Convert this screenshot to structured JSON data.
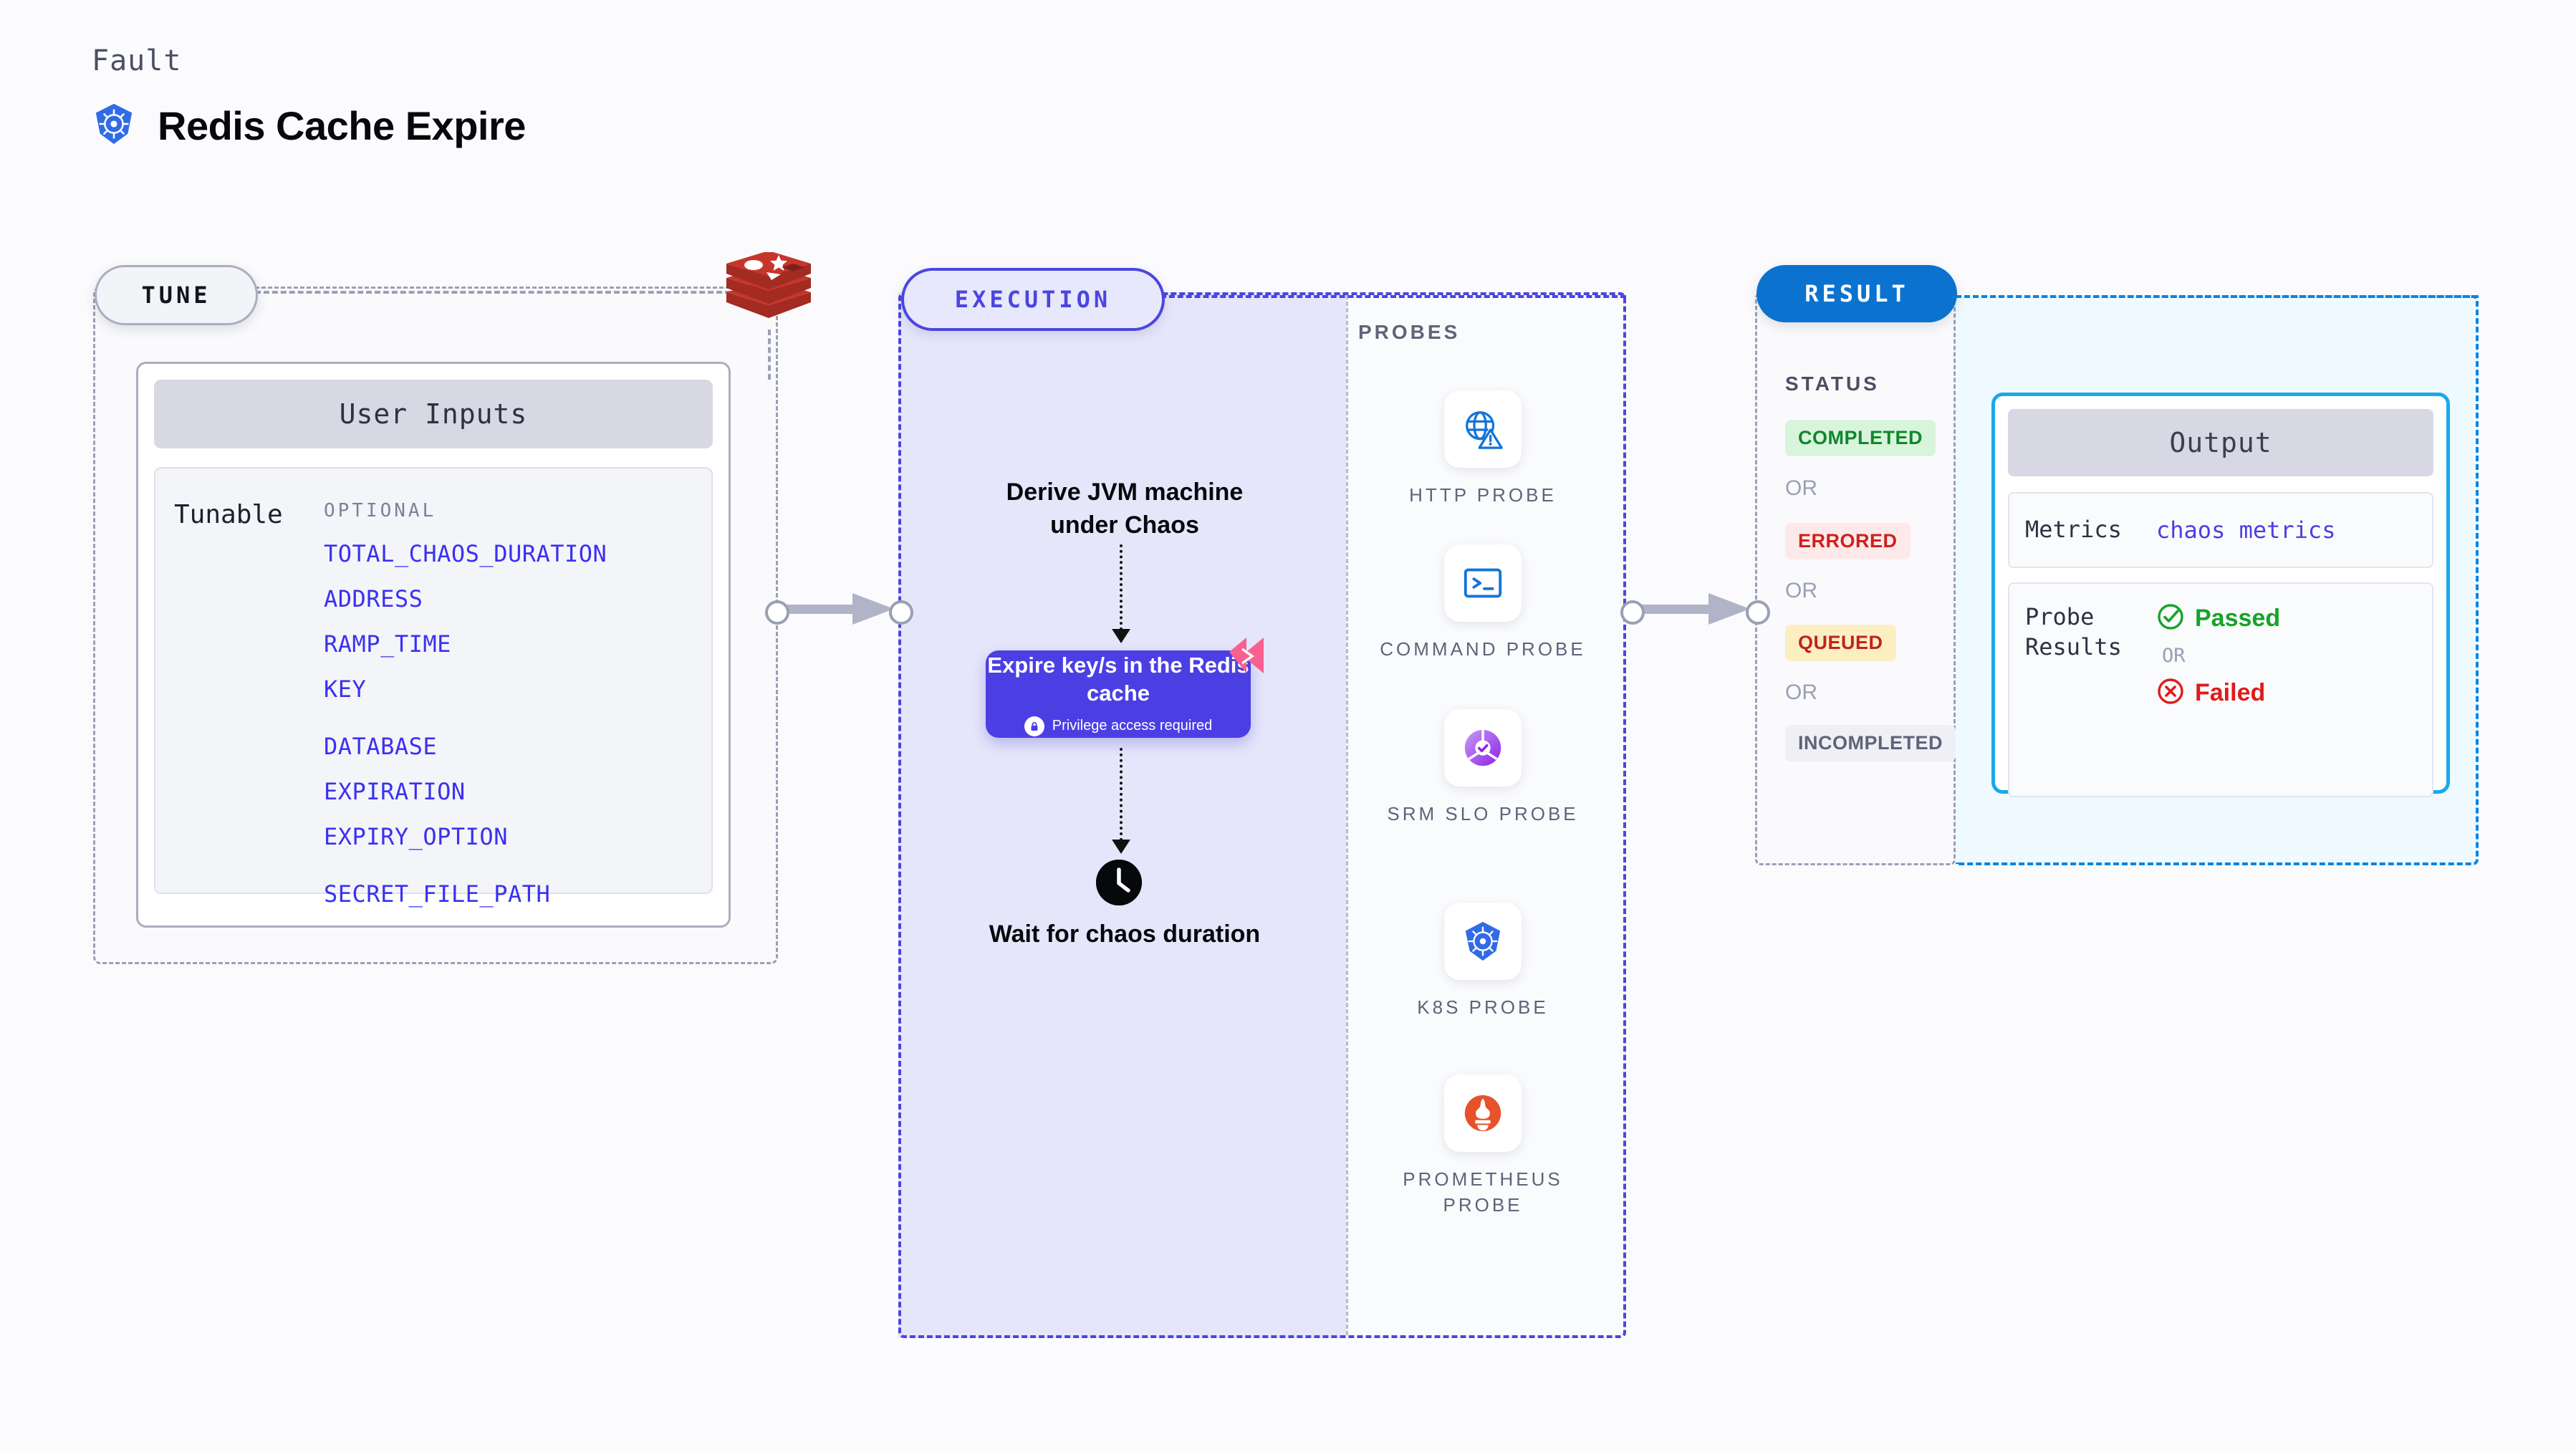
{
  "header": {
    "fault_label": "Fault",
    "title": "Redis Cache Expire",
    "icon": "kubernetes-icon"
  },
  "tune": {
    "pill_label": "TUNE",
    "source_icon": "redis-logo",
    "card": {
      "header": "User Inputs",
      "row_label": "Tunable",
      "section_label": "OPTIONAL",
      "params": [
        "TOTAL_CHAOS_DURATION",
        "ADDRESS",
        "RAMP_TIME",
        "KEY",
        "DATABASE",
        "EXPIRATION",
        "EXPIRY_OPTION",
        "SECRET_FILE_PATH"
      ]
    }
  },
  "execution": {
    "pill_label": "EXECUTION",
    "derive_step": "Derive JVM machine under Chaos",
    "action_card": {
      "title": "Expire key/s in the Redis cache",
      "badge_icon": "lock-icon",
      "badge_text": "Privilege access required",
      "corner_icon": "harness-ribbon-icon"
    },
    "wait_step": {
      "icon": "clock-icon",
      "label": "Wait for chaos duration"
    }
  },
  "probes": {
    "title": "PROBES",
    "items": [
      {
        "label": "HTTP PROBE",
        "icon": "globe-warning-icon"
      },
      {
        "label": "COMMAND PROBE",
        "icon": "terminal-icon"
      },
      {
        "label": "SRM SLO PROBE",
        "icon": "slo-check-icon"
      },
      {
        "label": "K8S PROBE",
        "icon": "kubernetes-icon"
      },
      {
        "label": "PROMETHEUS PROBE",
        "icon": "prometheus-icon"
      }
    ]
  },
  "result": {
    "pill_label": "RESULT",
    "status_title": "STATUS",
    "or_label": "OR",
    "statuses": [
      {
        "label": "COMPLETED",
        "color": "#12862c",
        "bg": "#d8f5dc"
      },
      {
        "label": "ERRORED",
        "color": "#cf1f1f",
        "bg": "#fde9e9"
      },
      {
        "label": "QUEUED",
        "color": "#c0241c",
        "bg": "#fdeec2"
      },
      {
        "label": "INCOMPLETED",
        "color": "#5e6479",
        "bg": "#eff0f6"
      }
    ],
    "output": {
      "header": "Output",
      "metrics_key": "Metrics",
      "metrics_value": "chaos metrics",
      "probe_results_key": "Probe Results",
      "passed_label": "Passed",
      "failed_label": "Failed",
      "or_label": "OR",
      "passed_icon": "check-circle-icon",
      "failed_icon": "x-circle-icon"
    }
  },
  "colors": {
    "accent_indigo": "#4b3fe4",
    "accent_blue": "#0b72cf",
    "cyan_border": "#19a9e8",
    "redis_red": "#c6352c",
    "pink": "#f8608f",
    "passed_green": "#16a329",
    "failed_red": "#e01b1b"
  }
}
